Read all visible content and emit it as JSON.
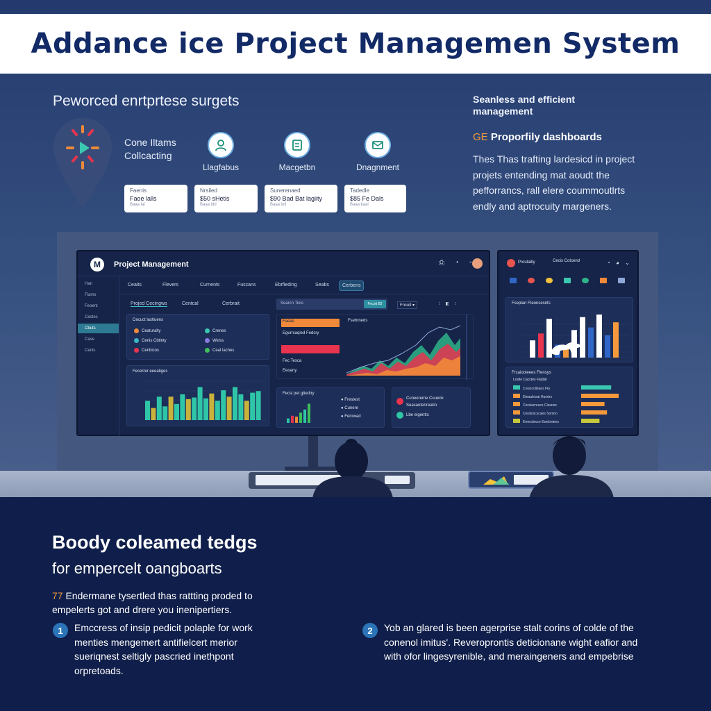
{
  "header": {
    "title": "Addance ice Project Managemen System"
  },
  "intro": {
    "subtitle": "Peworced enrtprtese surgets",
    "feature_label_line1": "Cone Iltams",
    "feature_label_line2": "Collcacting",
    "icons": [
      {
        "icon": "person-icon",
        "caption": "Llagfabus"
      },
      {
        "icon": "document-icon",
        "caption": "Macgetbn"
      },
      {
        "icon": "mail-chart-icon",
        "caption": "Dnagnment"
      }
    ],
    "metric_cards": [
      {
        "label": "Faenis",
        "value": "Faoe lalls",
        "sub": "Baaa lal"
      },
      {
        "label": "Nrsiled",
        "value": "$50 sHetis",
        "sub": "Baaa ldd"
      },
      {
        "label": "Sunerenaed",
        "value": "$90 Bad Bat lagiity",
        "sub": "Baaa lotl"
      },
      {
        "label": "Tadedle",
        "value": "$85 Fe Dals",
        "sub": "Baaa kaal"
      }
    ]
  },
  "right_column": {
    "heading": "Seanless and efficient management",
    "sub_prefix": "GE",
    "sub": "Proporfily dashboards",
    "desc_line1": "Thes Thas trafting lardesicd in project",
    "desc_line2": "projets entending mat aoudt the",
    "desc_line3": "pefforrancs, rall elere coummoutlrts",
    "desc_line4": "endly and aptrocuity margeners."
  },
  "monitor": {
    "logo_letter": "M",
    "title": "Project Management",
    "sidebar": [
      "Han",
      "Flams",
      "Feoent",
      "Cestes",
      "Cbuts",
      "Case",
      "Cenls"
    ],
    "tabs": [
      "Ceaits",
      "Flevers",
      "Curnents",
      "Fuscans",
      "Ebrfieding",
      "Seabs",
      "Cerbens"
    ],
    "subtabs": [
      "Projed Cecingws",
      "Centcal",
      "Cerbrait"
    ],
    "search_placeholder": "Searcn Tieis",
    "search_button": "Fncoit B2",
    "filter_label": "Fncoit ▾",
    "legend_panel_title": "Cecuct laxtiuens",
    "legend": [
      {
        "label": "Ceaturalty",
        "color": "#f08a3a"
      },
      {
        "label": "Cenis Cbtinty",
        "color": "#3bb6c6"
      },
      {
        "label": "Cenbicos",
        "color": "#e8344e"
      },
      {
        "label": "Crenes",
        "color": "#3bc8b0"
      },
      {
        "label": "Welss",
        "color": "#8b7be0"
      },
      {
        "label": "Ceal laches",
        "color": "#3fbf5a"
      }
    ],
    "bar_panel_title": "Fecerrer eeeatiges",
    "bar_chart_values": [
      48,
      30,
      58,
      34,
      58,
      40,
      64,
      52,
      56,
      82,
      54,
      66,
      48,
      74,
      58,
      82,
      64,
      48,
      68,
      72
    ],
    "bar_chart_colors": [
      "#2fc6a8",
      "#c8b23c",
      "#2fc6a8",
      "#2fc6a8",
      "#c8b23c",
      "#2fc6a8",
      "#2fc6a8",
      "#c8b23c",
      "#2fc6a8",
      "#2fc6a8",
      "#2fc6a8",
      "#c8b23c",
      "#2fc6a8",
      "#2fc6a8",
      "#c8b23c",
      "#2fc6a8",
      "#2fc6a8",
      "#c8b23c",
      "#2fc6a8",
      "#2fc6a8"
    ],
    "mid_labels": [
      "Faeas",
      "Egurrcaqied Fedcry",
      "Fec Tesca",
      "Eeoany"
    ],
    "area_title": "Fsebrneds",
    "mini_panel_title": "Fecsl pet gtiedtry",
    "mini_chart_values": [
      20,
      32,
      28,
      46,
      60,
      86
    ],
    "mini_list": [
      "Frestest",
      "Cunere",
      "Ferowad"
    ],
    "people_panel": [
      "Cuneereme Cuuenk",
      "Suasanter/reatin",
      "Lbe elgentts"
    ]
  },
  "monitor2": {
    "brand": "Proutailly",
    "menu_title": "Cecis Cotcend",
    "chart1_title": "Fseplan Fteoncesnts",
    "chart1_values": [
      40,
      56,
      90,
      30,
      26,
      64,
      94,
      70,
      100,
      52,
      82
    ],
    "chart1_colors": [
      "#ffffff",
      "#e8344e",
      "#ffffff",
      "#3066c8",
      "#f59a3c",
      "#ffffff",
      "#ffffff",
      "#3066c8",
      "#ffffff",
      "#3066c8",
      "#f59a3c"
    ],
    "chart2_title": "Frcaiooleees Flensys",
    "chart2_header": "Lceile Cacctes Fladsk",
    "chart2_rows": [
      {
        "label": "Crearcolitiaes Fla",
        "value": 0.72,
        "color": "#3bc8b0"
      },
      {
        "label": "Eteaalstsai Huedrs",
        "value": 0.9,
        "color": "#f59a3c"
      },
      {
        "label": "Ceralacreacs Clasnes",
        "value": 0.56,
        "color": "#f59a3c"
      },
      {
        "label": "Ceraloscscaes Sonlon",
        "value": 0.62,
        "color": "#f59a3c"
      },
      {
        "label": "Emerslsvce Ewebntees",
        "value": 0.44,
        "color": "#c8c83c"
      }
    ]
  },
  "bottom": {
    "title": "Boody coleamed tedgs",
    "subtitle": "for empercelt oangboarts",
    "intro_num": "77",
    "intro_line1": "Endermane tysertled thas rattting proded to",
    "intro_line2": "empelerts got and drere you inenipertiers.",
    "steps": [
      {
        "num": "1",
        "line1": "Emccress of insip pedicit polaple for work",
        "line2": "menties mengemert antifielcert merior",
        "line3": "sueriqnest seltigly pascried inethpont",
        "line4": "orpretoads."
      },
      {
        "num": "2",
        "line1": "Yob an glared is been agerprise stalt corins of colde of the",
        "line2": "conenol imitus'. Reveroprontis deticionane wight eafior and",
        "line3": "with ofor lingesyrenible, and meraingeners and empebrise",
        "line4": ""
      }
    ]
  }
}
